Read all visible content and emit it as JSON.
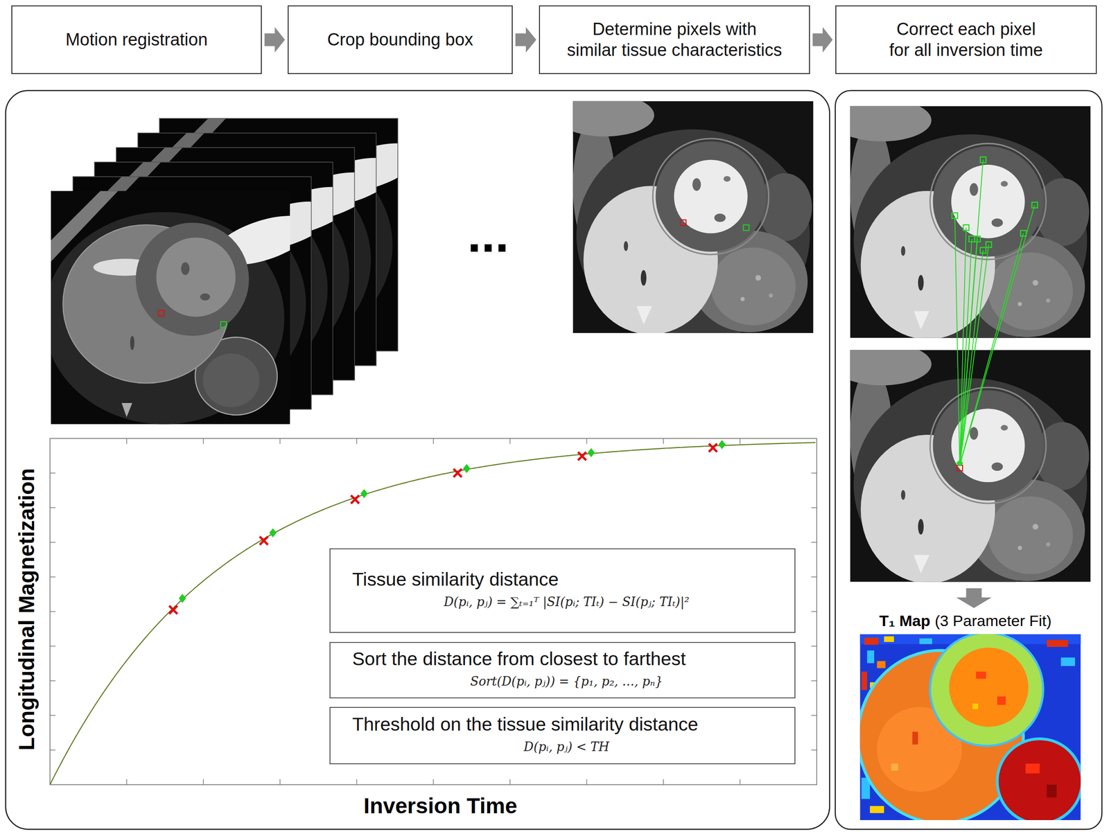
{
  "diagram": {
    "nodes": [
      {
        "text": [
          "Motion registration"
        ]
      },
      {
        "text": [
          "Crop bounding box"
        ]
      },
      {
        "text": [
          "Determine pixels with similar tissue characteristics"
        ]
      },
      {
        "text": [
          "Correct each pixel for all inversion time"
        ]
      },
      {
        "text": [
          "Tissue similarity distance",
          "D(pᵢ, pⱼ) = ∑ₜ₌₁ᵀ |SI(pᵢ; TIₜ) − SI(pⱼ; TIₜ)|²"
        ]
      },
      {
        "text": [
          "Sort the distance from closest to farthest",
          "Sort(D(pᵢ, pⱼ)) = {p₁, p₂, …, pₙ}"
        ]
      },
      {
        "text": [
          "Threshold on the tissue similarity distance",
          "D(pᵢ, pⱼ) < TH"
        ]
      }
    ],
    "edges": [
      {
        "from": 0,
        "to": 1,
        "arrow": "to"
      },
      {
        "from": 1,
        "to": 2,
        "arrow": "to"
      },
      {
        "from": 2,
        "to": 3,
        "arrow": "to"
      }
    ],
    "labels": [
      "...",
      "Longitudinal Magnetization",
      "Inversion Time",
      "T₁ Map",
      "(3 Parameter Fit)"
    ]
  }
}
